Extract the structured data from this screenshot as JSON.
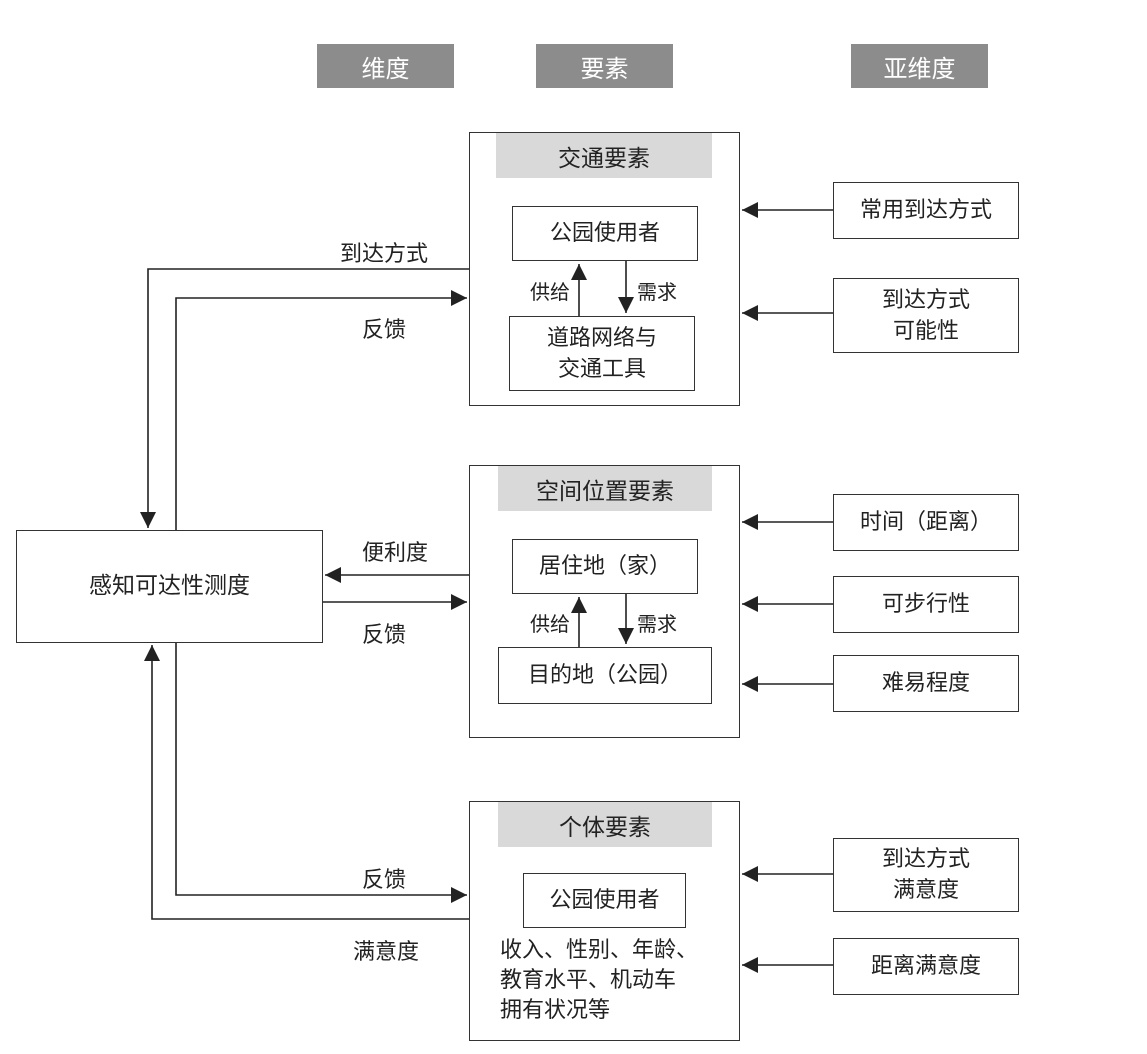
{
  "headers": {
    "dimension": "维度",
    "element": "要素",
    "sub_dimension": "亚维度"
  },
  "center": "感知可达性测度",
  "traffic": {
    "title": "交通要素",
    "upper": "公园使用者",
    "lower": "道路网络与\n交通工具",
    "supply": "供给",
    "demand": "需求",
    "sub": [
      "常用到达方式",
      "到达方式\n可能性"
    ],
    "out_label": "到达方式",
    "in_label": "反馈"
  },
  "spatial": {
    "title": "空间位置要素",
    "upper": "居住地（家）",
    "lower": "目的地（公园）",
    "supply": "供给",
    "demand": "需求",
    "sub": [
      "时间（距离）",
      "可步行性",
      "难易程度"
    ],
    "out_label": "便利度",
    "in_label": "反馈"
  },
  "individual": {
    "title": "个体要素",
    "inner": "公园使用者",
    "attrs": "收入、性别、年龄、\n教育水平、机动车\n拥有状况等",
    "sub": [
      "到达方式\n满意度",
      "距离满意度"
    ],
    "in_label": "反馈",
    "out_label": "满意度"
  }
}
